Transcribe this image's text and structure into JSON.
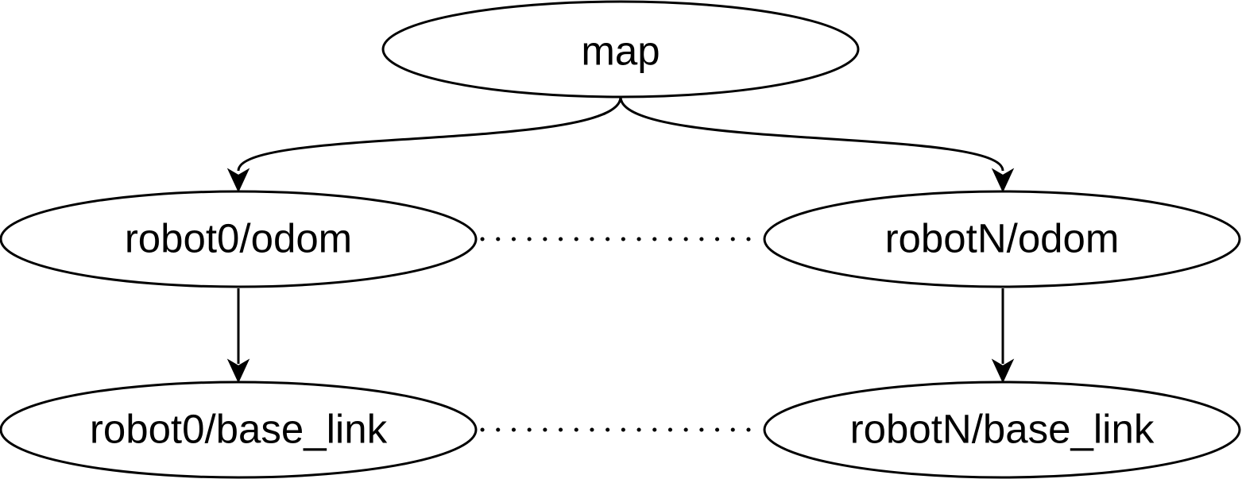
{
  "diagram": {
    "nodes": {
      "map": {
        "label": "map"
      },
      "robot0_odom": {
        "label": "robot0/odom"
      },
      "robotN_odom": {
        "label": "robotN/odom"
      },
      "robot0_base_link": {
        "label": "robot0/base_link"
      },
      "robotN_base_link": {
        "label": "robotN/base_link"
      }
    },
    "edges": [
      {
        "from": "map",
        "to": "robot0/odom",
        "style": "arrow"
      },
      {
        "from": "map",
        "to": "robotN/odom",
        "style": "arrow"
      },
      {
        "from": "robot0/odom",
        "to": "robot0/base_link",
        "style": "arrow"
      },
      {
        "from": "robotN/odom",
        "to": "robotN/base_link",
        "style": "arrow"
      },
      {
        "from": "robot0/odom",
        "to": "robotN/odom",
        "style": "dotted"
      },
      {
        "from": "robot0/base_link",
        "to": "robotN/base_link",
        "style": "dotted"
      }
    ],
    "colors": {
      "stroke": "#000000",
      "fill": "#ffffff",
      "background": "#ffffff"
    }
  }
}
